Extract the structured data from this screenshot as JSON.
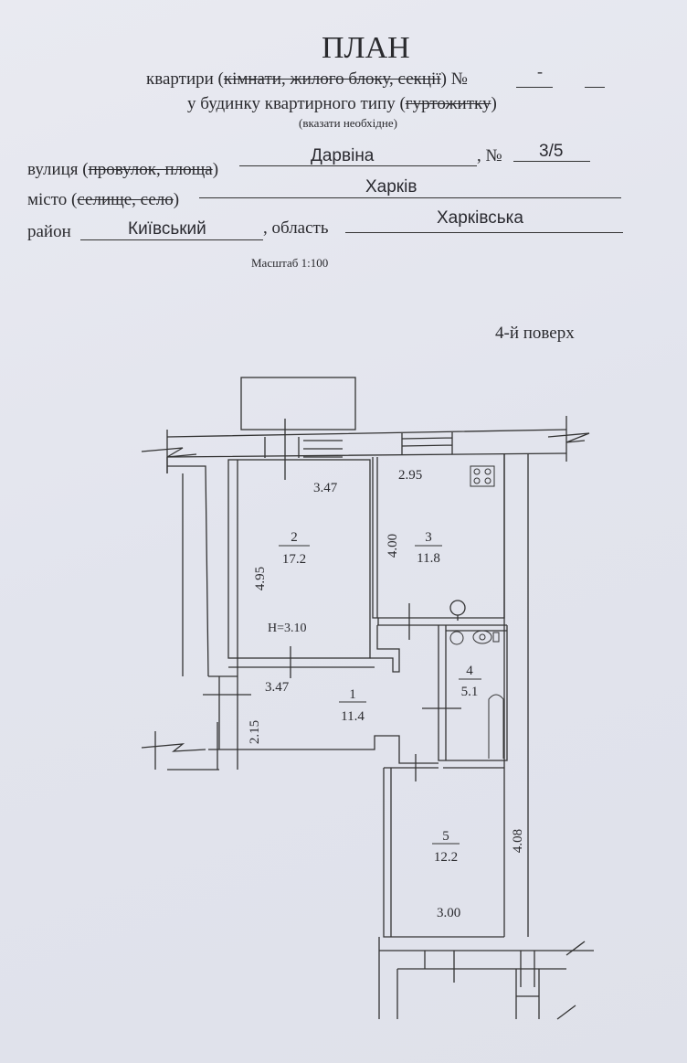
{
  "header": {
    "title": "ПЛАН",
    "line1_prefix": "квартири (",
    "line1_struck": "кімнати, жилого блоку, секції",
    "line1_suffix": ") №",
    "apartment_number": "-",
    "line2_prefix": "у будинку квартирного типу (",
    "line2_struck": "гуртожитку",
    "line2_suffix": ")",
    "hint": "(вказати необхідне)"
  },
  "address": {
    "street_label": "вулиця (",
    "street_struck": "провулок, площа",
    "street_close": ")",
    "street_value": "Дарвіна",
    "number_label": ", №",
    "number_value": "3/5",
    "city_label": "місто (",
    "city_struck": "селище, село",
    "city_close": ")",
    "city_value": "Харків",
    "district_label": "район",
    "district_value": "Київський",
    "region_label": ", область",
    "region_value": "Харківська"
  },
  "scale": "Масштаб 1:100",
  "floor": "4-й поверх",
  "plan": {
    "rooms": [
      {
        "number": "1",
        "area": "11.4",
        "width": "3.47",
        "length": "2.15"
      },
      {
        "number": "2",
        "area": "17.2",
        "width": "3.47",
        "length": "4.95",
        "height": "H=3.10"
      },
      {
        "number": "3",
        "area": "11.8",
        "width": "2.95",
        "length": "4.00"
      },
      {
        "number": "4",
        "area": "5.1"
      },
      {
        "number": "5",
        "area": "12.2",
        "width": "3.00",
        "length": "4.08"
      }
    ]
  }
}
